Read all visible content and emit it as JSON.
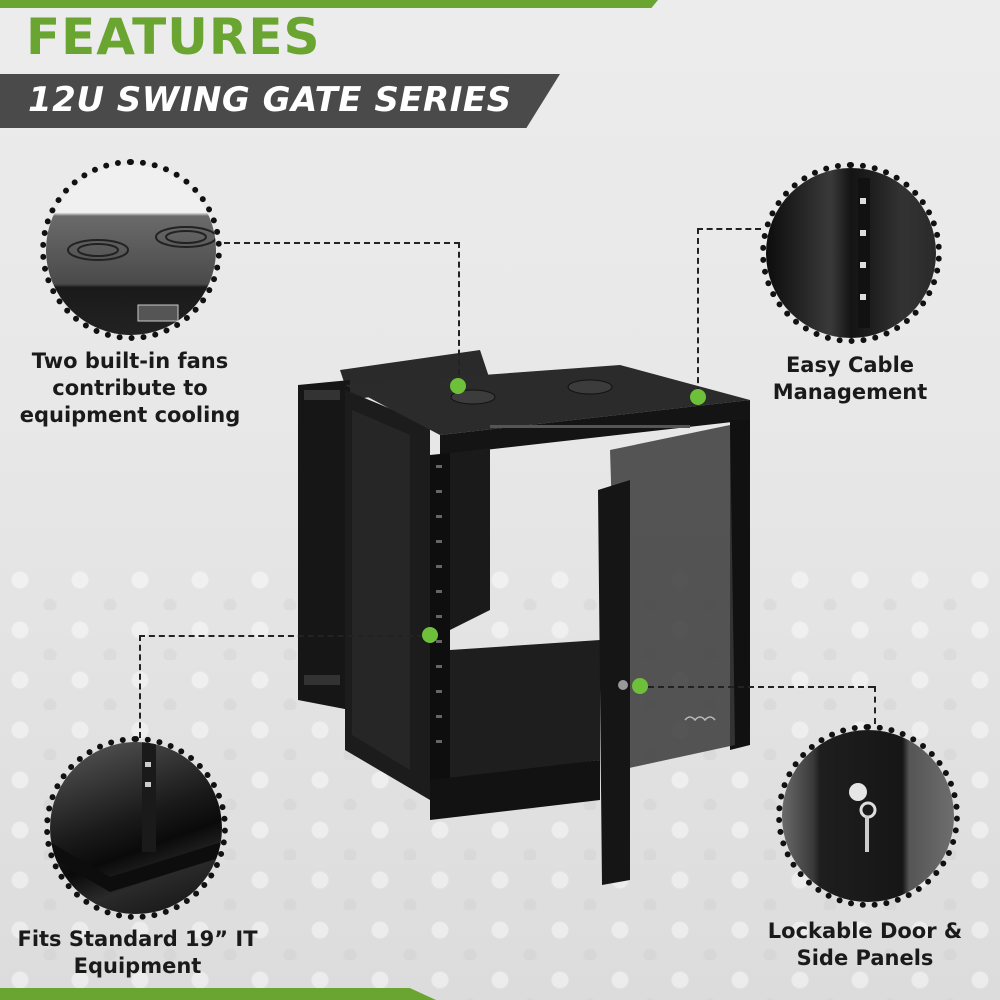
{
  "header": {
    "title": "FEATURES",
    "subtitle": "12U SWING GATE SERIES"
  },
  "colors": {
    "accent_green": "#6aa431",
    "dot_green": "#6ebf3a",
    "band_gray": "#4a4a4a",
    "text_dark": "#1a1a1a"
  },
  "features": [
    {
      "id": "fans",
      "line1": "Two built-in fans",
      "line2": "contribute to",
      "line3": "equipment cooling",
      "icon": "fan-closeup-icon"
    },
    {
      "id": "cable",
      "line1": "Easy Cable",
      "line2": "Management",
      "icon": "cable-rail-closeup-icon"
    },
    {
      "id": "fits",
      "line1": "Fits Standard 19” IT",
      "line2": "Equipment",
      "icon": "rack-base-closeup-icon"
    },
    {
      "id": "lock",
      "line1": "Lockable Door &",
      "line2": "Side Panels",
      "icon": "key-lock-closeup-icon"
    }
  ],
  "product": {
    "name": "12U swing gate wall mount cabinet",
    "image": "cabinet-icon"
  }
}
